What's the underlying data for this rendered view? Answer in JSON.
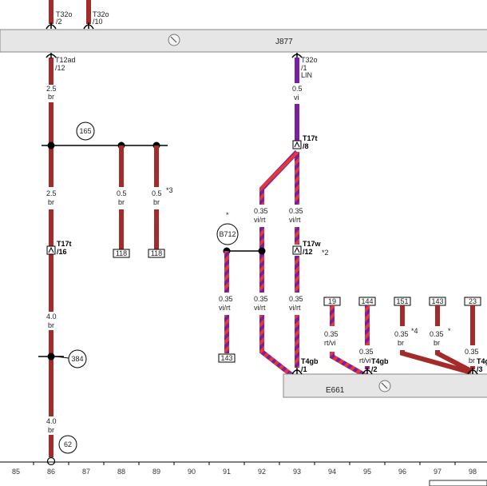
{
  "components": {
    "top_bar": "J877",
    "bottom_box": "E661"
  },
  "top_stubs": [
    {
      "id": "s1",
      "label": "T32o",
      "sub": "/2"
    },
    {
      "id": "s2",
      "label": "T32o",
      "sub": "/10"
    }
  ],
  "connectors": {
    "c86_top": {
      "label": "T12ad",
      "sub": "/12"
    },
    "c93_top": {
      "label": "T32o",
      "sub": "/1",
      "sub2": "LIN"
    },
    "c93_mid": {
      "label": "T17t",
      "sub": "/8"
    },
    "c86_mid": {
      "label": "T17t",
      "sub": "/16"
    },
    "c93_low": {
      "label": "T17w",
      "sub": "/12",
      "note": "*2"
    },
    "e661_1": {
      "label": "T4gb",
      "sub": "/1"
    },
    "e661_2": {
      "label": "T4gb",
      "sub": "/2"
    },
    "e661_3": {
      "label": "T4g",
      "sub": "/3"
    }
  },
  "wires": {
    "w86_a": {
      "gauge": "2.5",
      "color": "br"
    },
    "w86_b": {
      "gauge": "2.5",
      "color": "br"
    },
    "w86_c": {
      "gauge": "4.0",
      "color": "br"
    },
    "w86_d": {
      "gauge": "4.0",
      "color": "br"
    },
    "w88": {
      "gauge": "0.5",
      "color": "br"
    },
    "w89": {
      "gauge": "0.5",
      "color": "br",
      "note": "*3"
    },
    "w93_a": {
      "gauge": "0.5",
      "color": "vi"
    },
    "w92_a": {
      "gauge": "0.35",
      "color": "vi/rt"
    },
    "w93_b": {
      "gauge": "0.35",
      "color": "vi/rt"
    },
    "w91": {
      "gauge": "0.35",
      "color": "vi/rt"
    },
    "w92_b": {
      "gauge": "0.35",
      "color": "vi/rt"
    },
    "w93_c": {
      "gauge": "0.35",
      "color": "vi/rt"
    },
    "w94": {
      "gauge": "0.35",
      "color": "rt/vi"
    },
    "w95": {
      "gauge": "0.35",
      "color": "rt/vi"
    },
    "w96": {
      "gauge": "0.35",
      "color": "br",
      "note": "*4"
    },
    "w97": {
      "gauge": "0.35",
      "color": "br",
      "note": "*"
    },
    "w98": {
      "gauge": "0.35",
      "color": "br"
    }
  },
  "circles": {
    "n165": "165",
    "b712": "B712",
    "b712_note": "*",
    "n384": "384",
    "n62": "62"
  },
  "refboxes": {
    "r88": "118",
    "r89": "118",
    "r91": "143",
    "r94": "19",
    "r95": "144",
    "r96": "151",
    "r97": "143",
    "r98": "23"
  },
  "axis": [
    "85",
    "86",
    "87",
    "88",
    "89",
    "90",
    "91",
    "92",
    "93",
    "94",
    "95",
    "96",
    "97",
    "98"
  ],
  "colors": {
    "brown": "#a52a2a",
    "violet": "#7b1fa2",
    "red": "#e53935",
    "bar_fill": "#e6e6e6"
  }
}
